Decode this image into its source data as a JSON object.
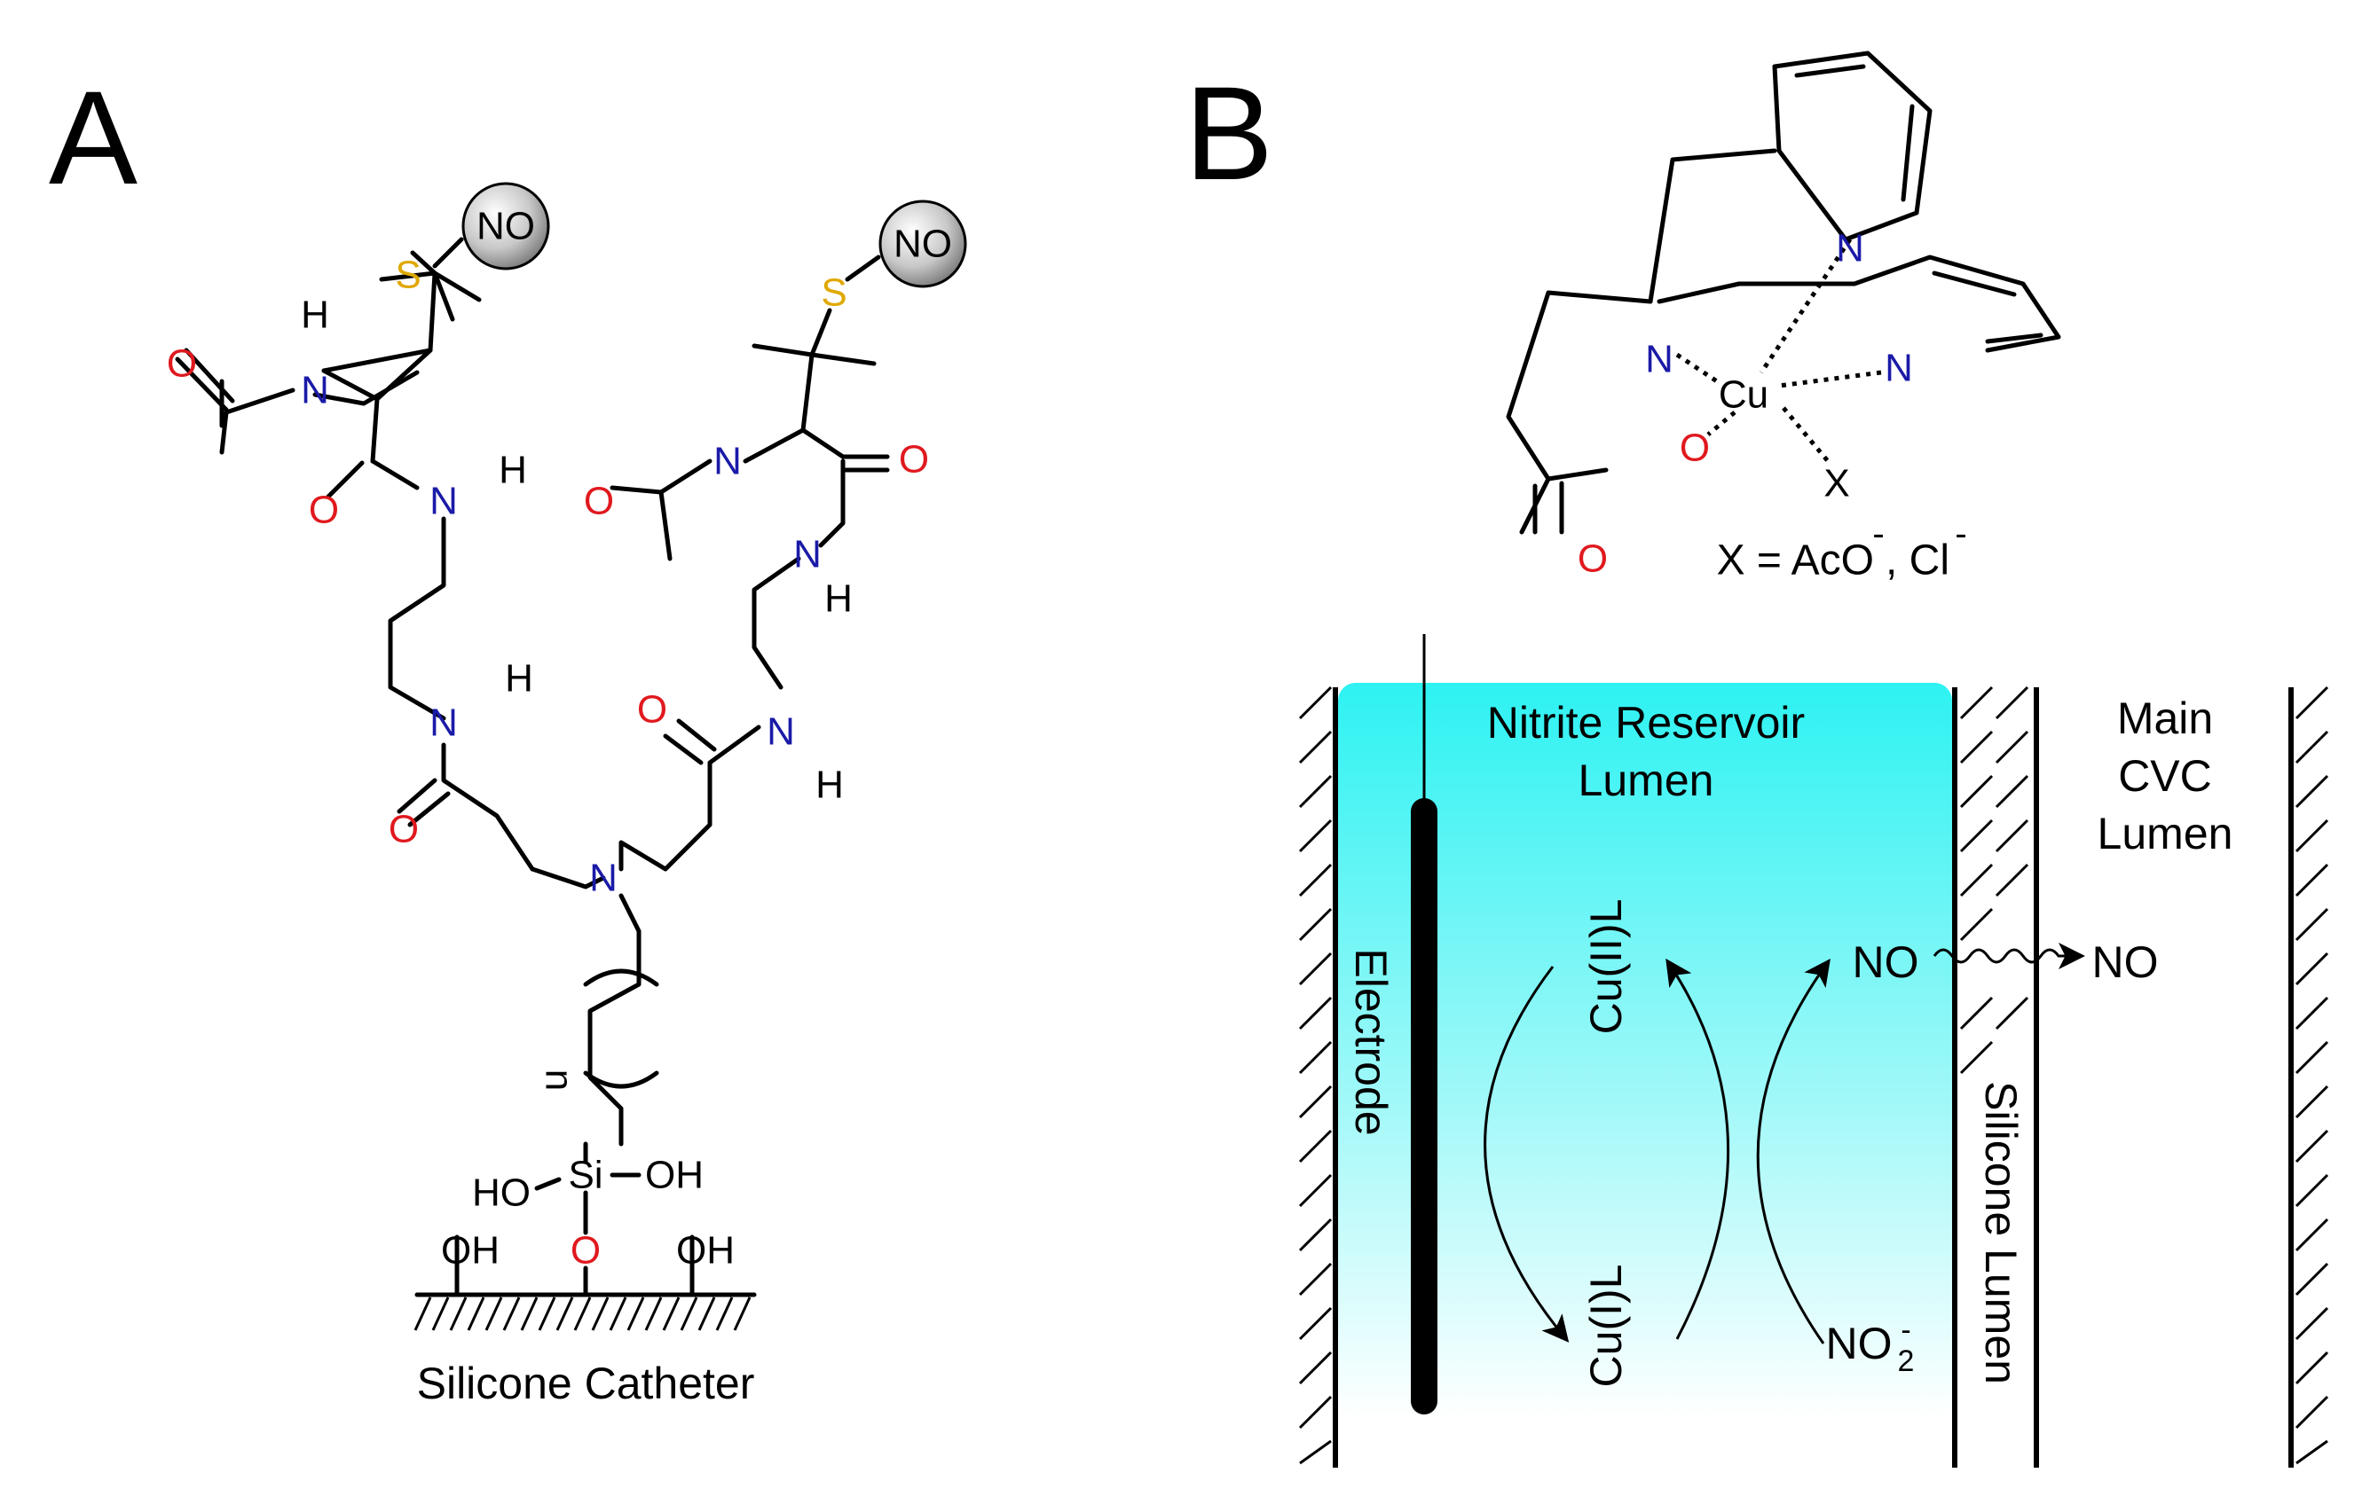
{
  "panels": {
    "a": {
      "label": "A",
      "substrate": "Silicone Catheter",
      "no_badge": "NO"
    },
    "b": {
      "label": "B",
      "x_definition": "X = AcO",
      "x_definition_second": ", Cl"
    }
  },
  "atoms": {
    "O": "O",
    "N": "N",
    "H": "H",
    "S": "S",
    "Si": "Si",
    "OH": "OH",
    "HO": "HO",
    "Cu": "Cu",
    "X": "X",
    "n": "n",
    "NO": "NO",
    "NO2": "NO",
    "sub2": "2",
    "minus": "-"
  },
  "colors": {
    "oxygen": "#e0191e",
    "nitrogen": "#1a1aa8",
    "sulfur": "#e0a800",
    "reservoir": "#2ef2f2"
  },
  "device": {
    "reservoir_label_1": "Nitrite Reservoir",
    "reservoir_label_2": "Lumen",
    "main_label_1": "Main",
    "main_label_2": "CVC",
    "main_label_3": "Lumen",
    "electrode": "Electrode",
    "silicone_lumen": "Silicone Lumen",
    "cu2": "Cu(II)L",
    "cu1": "Cu(I)L",
    "no_inner": "NO",
    "no_outer": "NO",
    "nitrite": "NO"
  }
}
